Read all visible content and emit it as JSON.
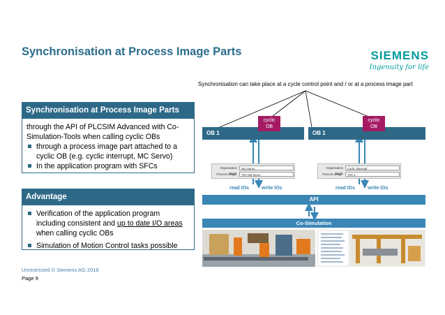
{
  "title": "Synchronisation at Process Image Parts",
  "logo": {
    "word": "SIEMENS",
    "tagline": "Ingenuity for life"
  },
  "note": "Synchronisation can take place at a cycle control point and / or at a process image part",
  "sync_box": {
    "header": "Synchronisation at Process Image Parts",
    "intro": "through the API of PLCSIM Advanced with Co-Simulation-Tools when calling cyclic OBs",
    "bullets": [
      "through a process image part attached to a cyclic OB (e.g. cyclic interrupt, MC Servo)",
      "In the application program with SFCs"
    ]
  },
  "advantage_box": {
    "header": "Advantage",
    "bullet1_pre": "Verification of the application program including consistent and ",
    "bullet1_link": "up to date I/O areas",
    "bullet1_post": " when calling cyclic OBs",
    "bullet2": "Simulation of Motion Control tasks possible"
  },
  "diagram": {
    "ob_left": "OB 1",
    "ob_right": "OB 1",
    "cyclic_left": [
      "cyclic",
      "OB"
    ],
    "cyclic_right": [
      "cyclic",
      "OB"
    ],
    "form_left": {
      "label1": "Organisation block:",
      "value1": "MC-Servo",
      "label2": "Process image:",
      "value2": "TPA OB Servo"
    },
    "form_right": {
      "label1": "Organisation block:",
      "value1": "Cyclic interrupt",
      "label2": "Process image:",
      "value2": "TPA 1"
    },
    "read_ios_left": "read IOs",
    "write_ios_left": "write IOs",
    "read_ios_right": "read IOs",
    "write_ios_right": "write IOs",
    "api": "API",
    "cosim": "Co-Simulation"
  },
  "footer": {
    "classification": "Unrestricted © Siemens AG 2018",
    "page": "Page 9"
  },
  "colors": {
    "title": "#2b6c8d",
    "header_blue": "#2d6987",
    "accent_blue": "#3a86b5",
    "cyclic_magenta": "#a51b63",
    "siemens_teal": "#009999"
  }
}
